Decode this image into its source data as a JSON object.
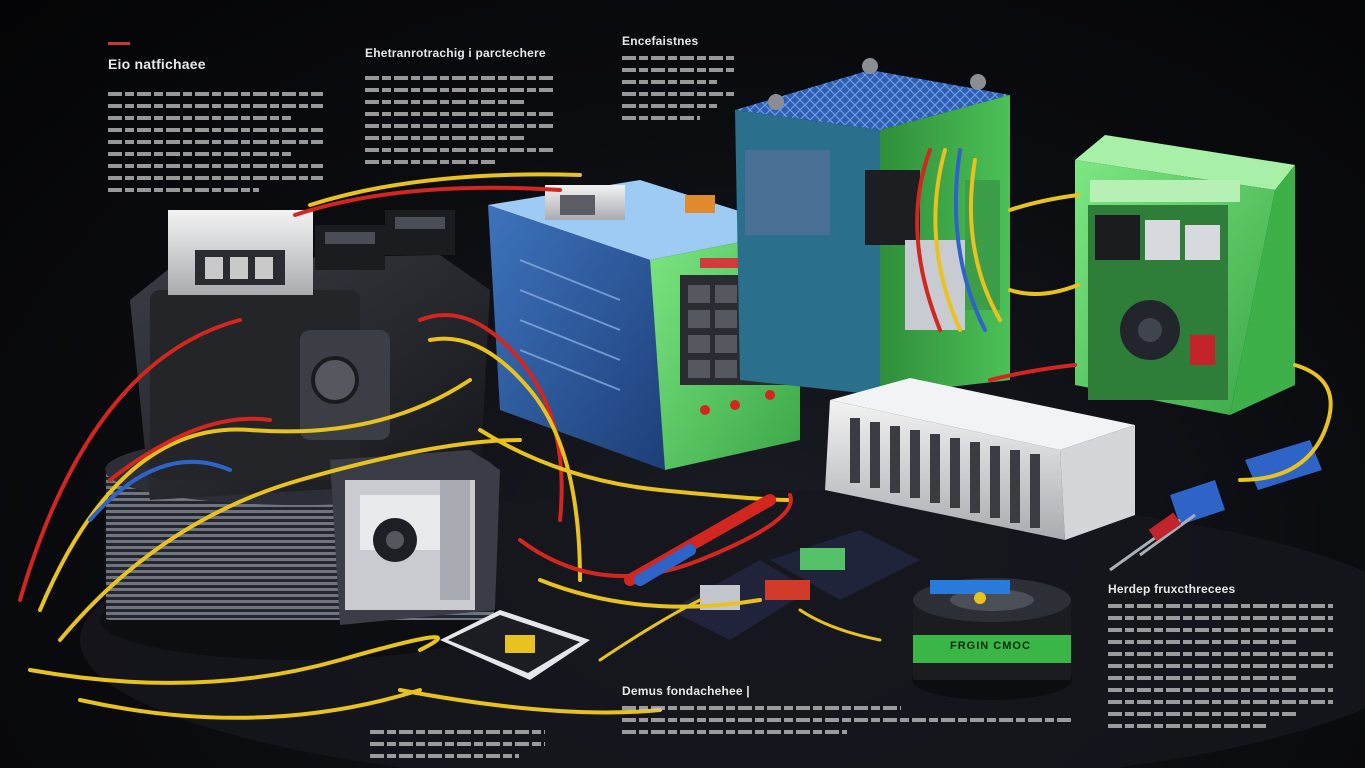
{
  "scene": {
    "description_free": true
  },
  "captions": {
    "c1_title": "Eio natfichaee",
    "c2_title": "Ehetranrotrachig i parctechere",
    "c3_title": "Encefaistnes",
    "c4_title": "Herdep fruxcthrecees",
    "c5_title": "Demus fondachehee |",
    "toroid_label": "FRGIN CMOC"
  },
  "colors": {
    "background": "#050608",
    "green_enclosure": "#5fd66a",
    "blue_enclosure": "#2a5fa8",
    "wire_yellow": "#e8c21e",
    "wire_red": "#d2261e",
    "wire_blue": "#2e63c8"
  }
}
